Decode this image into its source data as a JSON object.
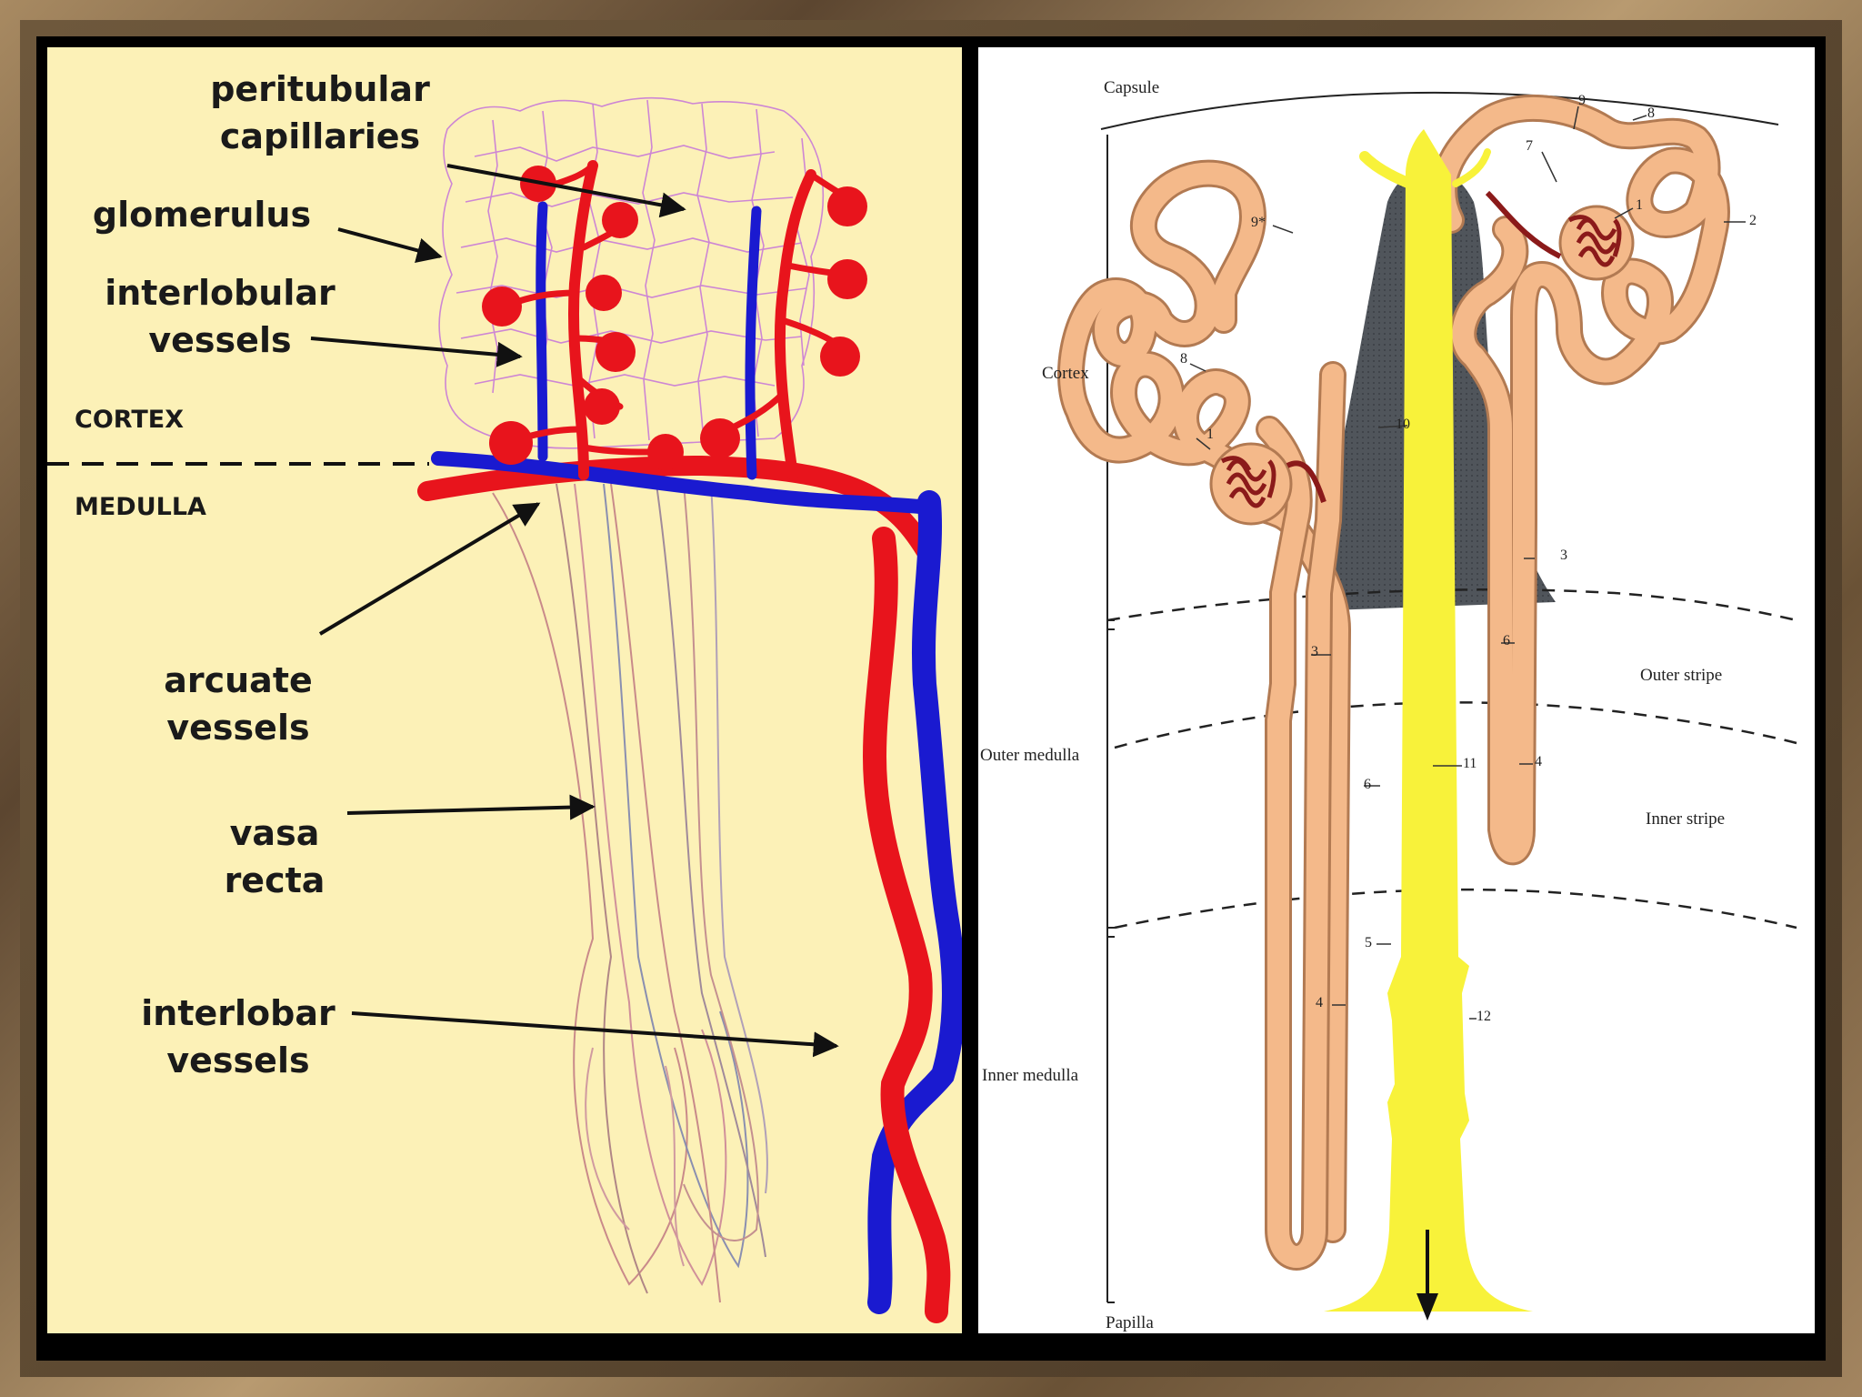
{
  "left": {
    "labels": {
      "peritubular_line1": "peritubular",
      "peritubular_line2": "capillaries",
      "glomerulus": "glomerulus",
      "interlobular_line1": "interlobular",
      "interlobular_line2": "vessels",
      "arcuate_line1": "arcuate",
      "arcuate_line2": "vessels",
      "vasa_line1": "vasa",
      "vasa_line2": "recta",
      "interlobar_line1": "interlobar",
      "interlobar_line2": "vessels"
    },
    "zones": {
      "cortex": "CORTEX",
      "medulla": "MEDULLA"
    },
    "colors": {
      "artery": "#e8141c",
      "vein": "#1a1ad0",
      "background": "#fcf1b7"
    }
  },
  "right": {
    "regions": {
      "capsule": "Capsule",
      "cortex": "Cortex",
      "outer_medulla": "Outer medulla",
      "inner_medulla": "Inner medulla",
      "papilla": "Papilla",
      "outer_stripe": "Outer stripe",
      "inner_stripe": "Inner stripe"
    },
    "numbers": {
      "n9": "9",
      "n8a": "8",
      "n7": "7",
      "n1a": "1",
      "n2": "2",
      "n9star": "9*",
      "n8b": "8",
      "n1b": "1",
      "n10": "10",
      "n3a": "3",
      "n3b": "3",
      "n6a": "6",
      "n6b": "6",
      "n4a": "4",
      "n11": "11",
      "n5": "5",
      "n4b": "4",
      "n12": "12"
    },
    "colors": {
      "tubule": "#f4b98a",
      "collecting_duct": "#f8f23a",
      "medullary_ray": "#4d5258"
    }
  }
}
